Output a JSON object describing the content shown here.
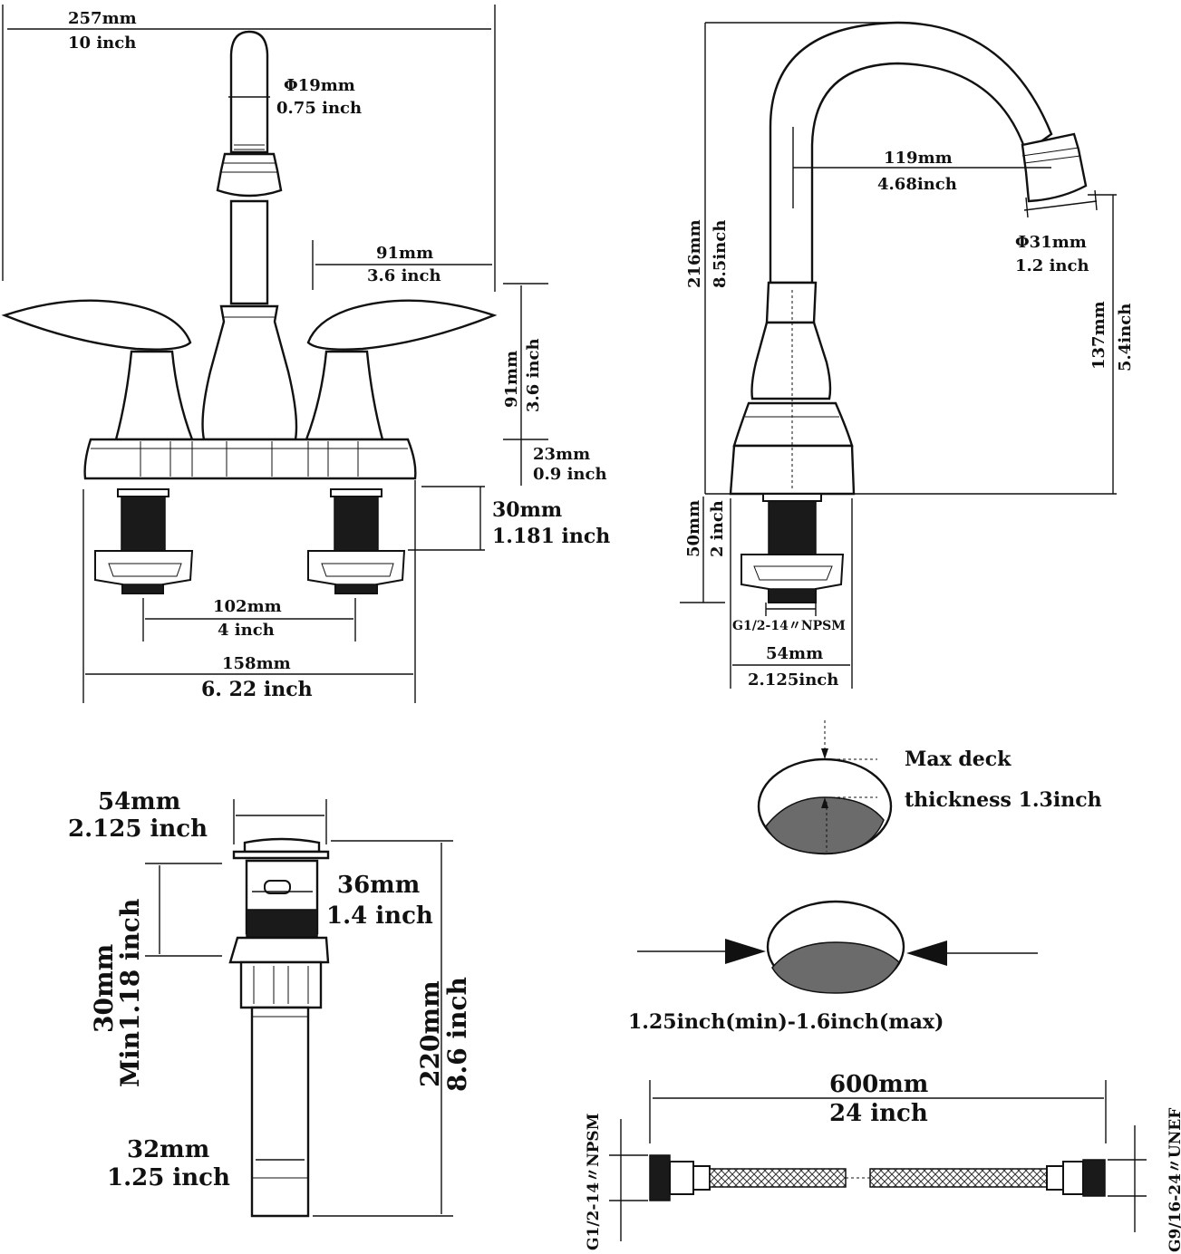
{
  "front_view": {
    "overall_width": {
      "mm": "257mm",
      "inch": "10 inch"
    },
    "spout_diameter": {
      "mm": "Φ19mm",
      "inch": "0.75 inch"
    },
    "handle_reach": {
      "mm": "91mm",
      "inch": "3.6 inch"
    },
    "handle_height": {
      "mm": "91mm",
      "inch": "3.6 inch"
    },
    "base_height": {
      "mm": "23mm",
      "inch": "0.9 inch"
    },
    "shank_length": {
      "mm": "30mm",
      "inch": "1.181  inch"
    },
    "center_spacing": {
      "mm": "102mm",
      "inch": "4 inch"
    },
    "base_length": {
      "mm": "158mm",
      "inch": "6. 22  inch"
    }
  },
  "side_view": {
    "spout_reach": {
      "mm": "119mm",
      "inch": "4.68inch"
    },
    "aerator_diameter": {
      "mm": "Φ31mm",
      "inch": "1.2 inch"
    },
    "total_height": {
      "mm": "216mm",
      "inch": "8.5inch"
    },
    "spout_height": {
      "mm": "137mm",
      "inch": "5.4inch"
    },
    "shank_length": {
      "mm": "50mm",
      "inch": "2 inch"
    },
    "thread": "G1/2-14〃NPSM",
    "base_diameter": {
      "mm": "54mm",
      "inch": "2.125inch"
    }
  },
  "drain": {
    "top_diameter": {
      "mm": "54mm",
      "inch": "2.125 inch"
    },
    "body_diameter": {
      "mm": "36mm",
      "inch": "1.4 inch"
    },
    "min_length": {
      "mm": "30mm",
      "inch": "Min1.18 inch"
    },
    "total_length": {
      "mm": "220mm",
      "inch": "8.6 inch"
    },
    "tail_diameter": {
      "mm": "32mm",
      "inch": "1.25 inch"
    }
  },
  "deck": {
    "max_thickness_line1": "Max deck",
    "max_thickness_line2": "thickness 1.3inch",
    "hole_range": "1.25inch(min)-1.6inch(max)"
  },
  "hose": {
    "length": {
      "mm": "600mm",
      "inch": "24 inch"
    },
    "left_thread": "G1/2-14〃NPSM",
    "right_thread": "G9/16-24〃UNEF"
  }
}
